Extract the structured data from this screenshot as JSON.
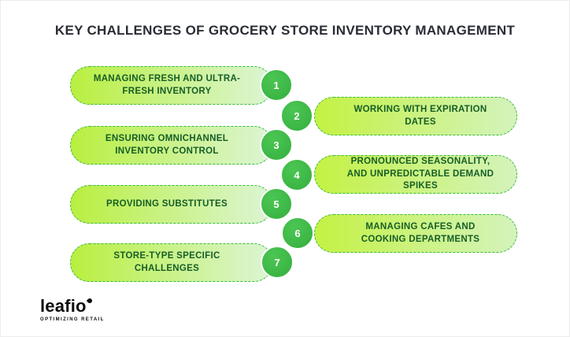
{
  "title": "KEY CHALLENGES OF GROCERY STORE INVENTORY MANAGEMENT",
  "items": [
    {
      "number": "1",
      "label": "MANAGING FRESH AND ULTRA-FRESH INVENTORY",
      "side": "left"
    },
    {
      "number": "2",
      "label": "WORKING WITH EXPIRATION DATES",
      "side": "right"
    },
    {
      "number": "3",
      "label": "ENSURING OMNICHANNEL INVENTORY CONTROL",
      "side": "left"
    },
    {
      "number": "4",
      "label": "PRONOUNCED SEASONALITY, AND UNPREDICTABLE DEMAND SPIKES",
      "side": "right"
    },
    {
      "number": "5",
      "label": "PROVIDING SUBSTITUTES",
      "side": "left"
    },
    {
      "number": "6",
      "label": "MANAGING CAFES AND COOKING DEPARTMENTS",
      "side": "right"
    },
    {
      "number": "7",
      "label": "STORE-TYPE SPECIFIC CHALLENGES",
      "side": "left"
    }
  ],
  "logo": {
    "name": "leafio",
    "tagline": "OPTIMIZING RETAIL"
  },
  "colors": {
    "title-color": "#2a2d35",
    "pill-text": "#155e27",
    "border-green": "#3bb942",
    "badge-green": "#3bb544",
    "lime-left": "#b9ef3f",
    "pale-right": "#dcf5d6",
    "lime-right": "#c4f243",
    "pale-right2": "#d4f3bd"
  }
}
